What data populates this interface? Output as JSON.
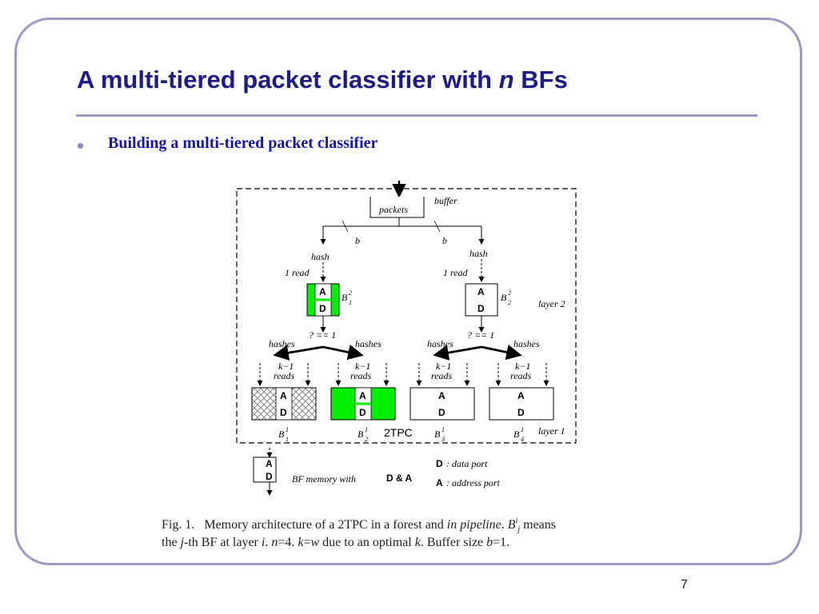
{
  "title": {
    "text": "A multi-tiered packet classifier with ",
    "italic": "n",
    "suffix": " BFs"
  },
  "bullet": {
    "text": "Building a multi-tiered packet classifier"
  },
  "diagram": {
    "packets": "packets",
    "buffer": "buffer",
    "b_left": "b",
    "b_right": "b",
    "hash": "hash",
    "one_read": "1 read",
    "port_a": "A",
    "port_d": "D",
    "layer2": "layer 2",
    "layer1": "layer 1",
    "check": "? == 1",
    "hashes": "hashes",
    "k_minus_1": "k−1",
    "reads": "reads",
    "bf_letter": "B",
    "tpc": "2TPC",
    "nodes": {
      "b12": {
        "sup": "2",
        "sub": "1"
      },
      "b22": {
        "sup": "2",
        "sub": "2"
      },
      "b11": {
        "sup": "1",
        "sub": "1"
      },
      "b21": {
        "sup": "1",
        "sub": "2"
      },
      "b31": {
        "sup": "1",
        "sub": "3"
      },
      "b41": {
        "sup": "1",
        "sub": "4"
      }
    },
    "legend": {
      "bf_memory": "BF memory with",
      "d_and_a": "D & A",
      "data_port": ": data port",
      "address_port": ": address port"
    },
    "colors": {
      "highlight": "#00ee00",
      "frame": "#9a9ac6",
      "title": "#1b1b8a",
      "bullet": "#1414b8"
    }
  },
  "caption": {
    "fig": "Fig. 1.",
    "text1": "Memory architecture of a 2TPC in a forest and ",
    "in_pipeline": "in pipeline",
    "sep": ". ",
    "b": "B",
    "sup": "i",
    "sub": "j",
    "means": " means",
    "the": "the ",
    "j": "j",
    "text2": "-th BF at layer ",
    "i": "i",
    "text3": ". ",
    "n": "n",
    "text4": "=4. ",
    "k": "k",
    "eq": "=",
    "w": "w",
    "text5": " due to an optimal ",
    "k2": "k",
    "text6": ". Buffer size ",
    "bsize": "b",
    "text7": "=1."
  },
  "page_number": "7"
}
